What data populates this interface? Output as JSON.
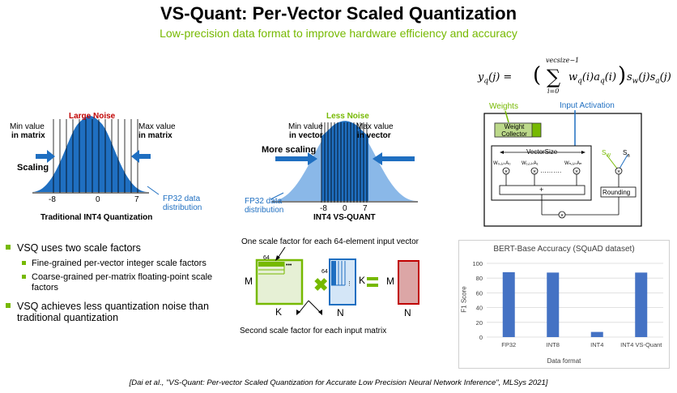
{
  "title": "VS-Quant: Per-Vector Scaled Quantization",
  "subtitle": "Low-precision data format to improve hardware efficiency and accuracy",
  "left_diagram": {
    "noise_label": "Large Noise",
    "min_label": "Min value",
    "min_label_b": "in matrix",
    "max_label": "Max value",
    "max_label_b": "in matrix",
    "scaling_label": "Scaling",
    "tick_neg": "-8",
    "tick_zero": "0",
    "tick_pos": "7",
    "fp32_label": "FP32 data",
    "fp32_label_b": "distribution",
    "caption": "Traditional INT4 Quantization"
  },
  "mid_diagram": {
    "noise_label": "Less Noise",
    "min_label": "Min value",
    "min_label_b": "in vector",
    "max_label": "Max value",
    "max_label_b": "in vector",
    "scaling_label": "More scaling",
    "tick_neg": "-8",
    "tick_zero": "0",
    "tick_pos": "7",
    "fp32_label": "FP32 data",
    "fp32_label_b": "distribution",
    "caption": "INT4 VS-QUANT"
  },
  "formula": {
    "lhs": "y",
    "lhs_sub": "q",
    "lhs_arg": "(j) =",
    "upper": "vecsize−1",
    "lower": "i=0",
    "body": "w",
    "body_sub1": "q",
    "body_arg1": "(i)a",
    "body_sub2": "q",
    "body_arg2": "(i)",
    "tail": "s",
    "tail_sub1": "w",
    "tail_arg1": "(j)s",
    "tail_sub2": "a",
    "tail_arg2": "(j)"
  },
  "hardware": {
    "weights_label": "Weights",
    "input_activation_label": "Input Activation",
    "weight_collector_label": "Weight Collector",
    "vectorsize_label": "VectorSize",
    "sw_label": "S",
    "sw_sub": "W",
    "sa_label": "S",
    "sa_sub": "a",
    "w0_label": "W₀,ⱼ,ₖA₀",
    "w1_label": "W₁,ⱼ,ₖA₁",
    "wn_label": "Wₙ,ⱼ,ₖAₙ",
    "dots": "……….",
    "adder_label": "+",
    "rounding_label": "Rounding"
  },
  "matrix_diagram": {
    "top_label": "One scale factor for each 64-element input vector",
    "bottom_label": "Second scale factor for each input matrix",
    "m_label": "M",
    "k_label": "K",
    "k2_label": "K",
    "n_label": "N",
    "m2_label": "M",
    "n2_label": "N",
    "size_64_a": "64",
    "size_64_b": "64",
    "dots": "…"
  },
  "bullets": [
    {
      "text": "VSQ uses two scale factors",
      "sub": [
        "Fine-grained per-vector integer scale factors",
        "Coarse-grained per-matrix floating-point scale factors"
      ]
    },
    {
      "text": "VSQ achieves less quantization noise than traditional quantization",
      "sub": []
    }
  ],
  "chart_data": {
    "type": "bar",
    "title": "BERT-Base Accuracy (SQuAD dataset)",
    "xlabel": "Data format",
    "ylabel": "F1 Score",
    "categories": [
      "FP32",
      "INT8",
      "INT4",
      "INT4 VS-Quant"
    ],
    "values": [
      88,
      87.5,
      7,
      87.5
    ],
    "ylim": [
      0,
      100
    ],
    "yticks": [
      "0",
      "20",
      "40",
      "60",
      "80",
      "100"
    ],
    "grid": true,
    "bar_color": "#4472c4"
  },
  "citation": "[Dai et al., \"VS-Quant: Per-vector Scaled Quantization for Accurate Low Precision Neural Network Inference\", MLSys 2021]"
}
